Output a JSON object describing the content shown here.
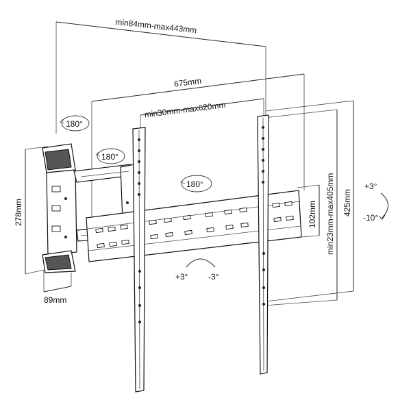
{
  "dimensions": {
    "arm_extension": "min84mm-max443mm",
    "overall_width": "675mm",
    "vesa_horizontal": "min30mm-max620mm",
    "wall_plate_height": "278mm",
    "wall_plate_width": "89mm",
    "rail_height": "102mm",
    "vesa_vertical": "min23mm-max405mm",
    "overall_height": "425mm"
  },
  "rotations": {
    "swivel_wall": "180°",
    "swivel_arm": "180°",
    "swivel_plate": "180°"
  },
  "tilt": {
    "horizontal_up": "+3°",
    "horizontal_down": "-3°",
    "vertical_up": "+3°",
    "vertical_down": "-10°"
  }
}
